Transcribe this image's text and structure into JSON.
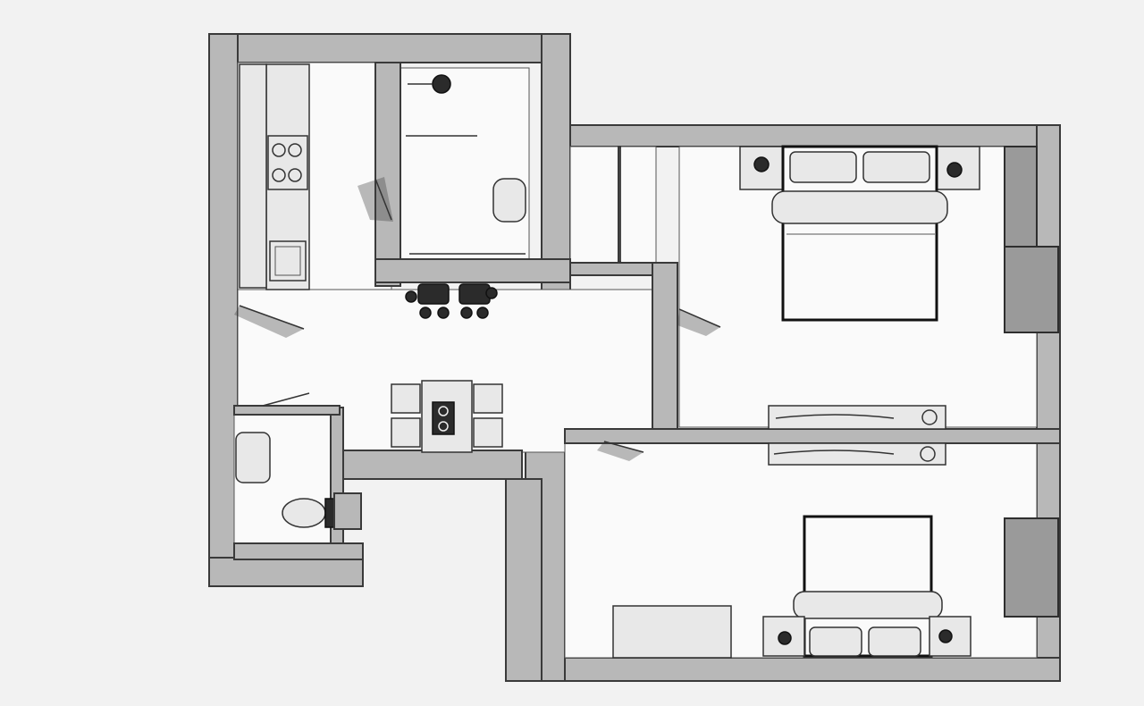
{
  "diagram": {
    "kind": "floor-plan",
    "style": "pencil-sketch-monochrome",
    "rooms": [
      "kitchen",
      "shower-room",
      "entrance-hall",
      "dining-area",
      "wc",
      "bedroom-1",
      "bedroom-2"
    ],
    "colors": {
      "background": "#f2f2f2",
      "wall": "#b8b8b8",
      "floor": "#fafafa",
      "ink": "#2b2b2b"
    }
  }
}
